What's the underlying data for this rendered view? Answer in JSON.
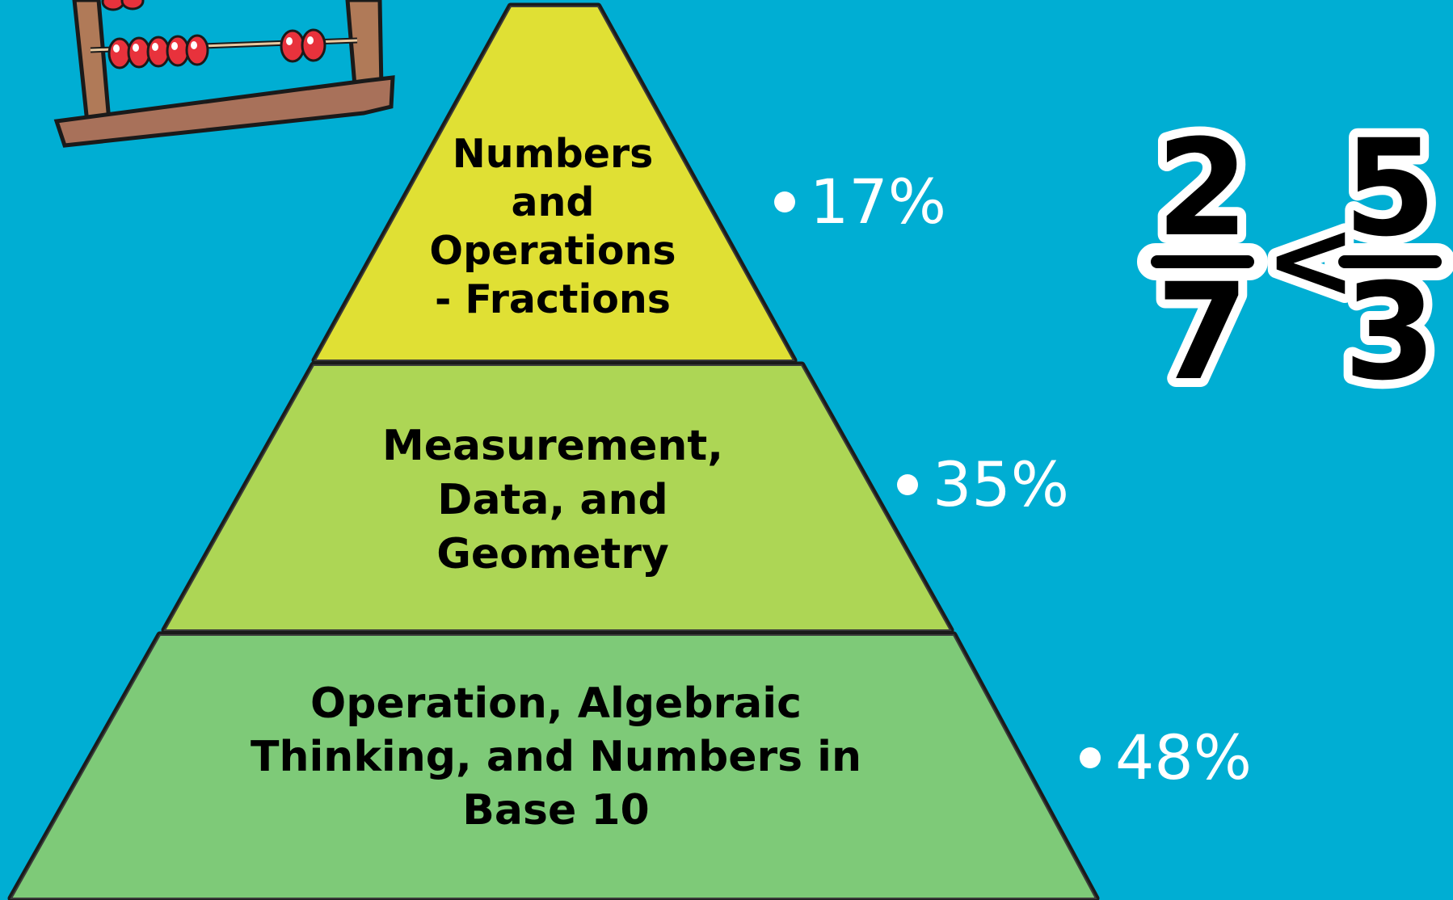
{
  "pyramid": {
    "tiers": [
      {
        "label": "Numbers\nand\nOperations\n- Fractions",
        "percent": "17%",
        "color": "#E0E034"
      },
      {
        "label": "Measurement,\nData, and\nGeometry",
        "percent": "35%",
        "color": "#ADD655"
      },
      {
        "label": "Operation, Algebraic\nThinking, and Numbers in\nBase 10",
        "percent": "48%",
        "color": "#7ECA78"
      }
    ]
  },
  "fraction_graphic": {
    "left_numerator": "2",
    "left_denominator": "7",
    "comparison": "<",
    "right_numerator": "5",
    "right_denominator": "3"
  },
  "colors": {
    "background": "#00AED3",
    "text": "#000000",
    "percent_text": "#FFFFFF"
  },
  "icons": [
    "abacus-icon",
    "fraction-comparison-icon"
  ]
}
